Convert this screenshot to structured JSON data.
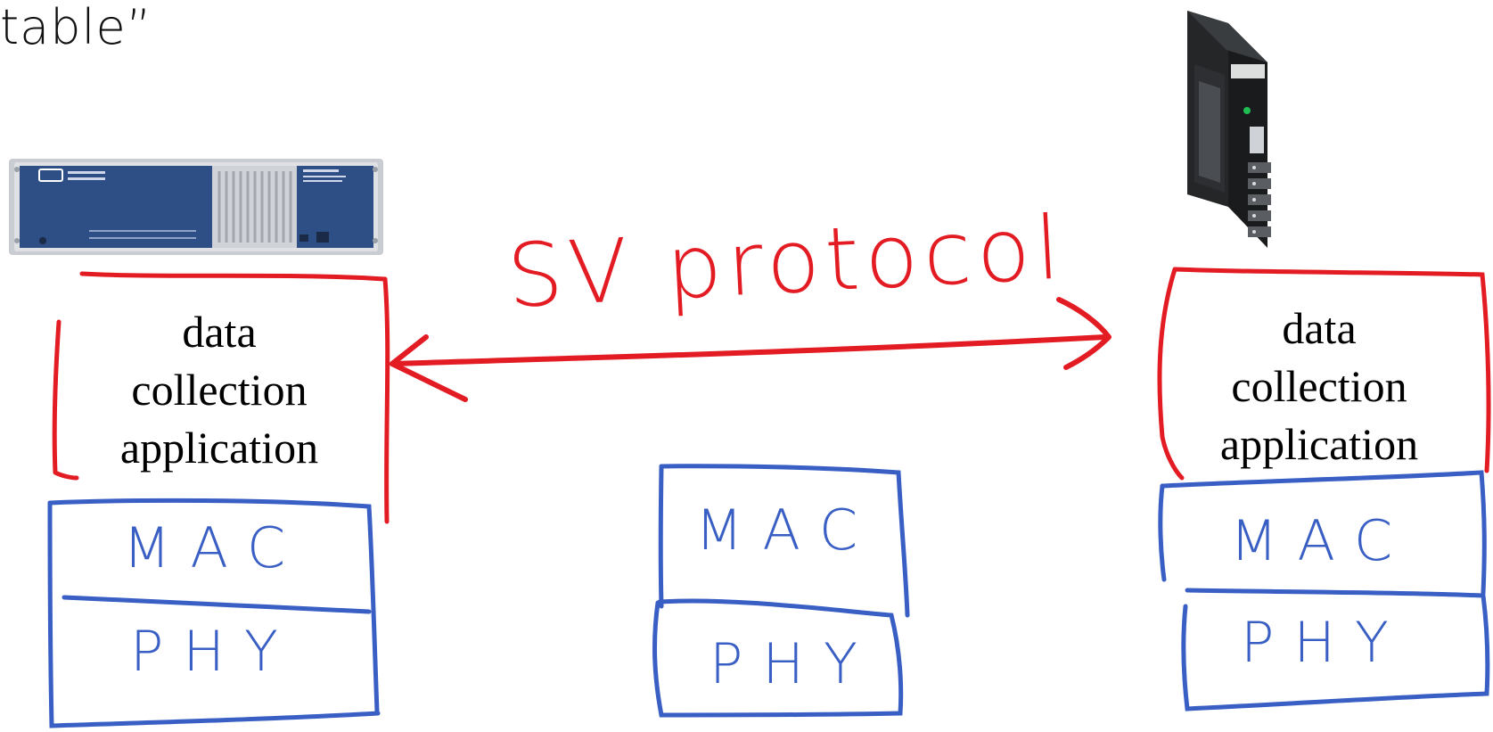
{
  "title": "table”",
  "left_node": {
    "device_icon": "rack-phasor-concentrator-icon",
    "app_label": "data collection application",
    "app_lines": [
      "data",
      "collection",
      "application"
    ],
    "mac": "MAC",
    "phy": "PHY"
  },
  "middle_node": {
    "mac": "MAC",
    "phy": "PHY"
  },
  "right_node": {
    "device_icon": "din-rail-module-icon",
    "app_label": "data collection application",
    "app_lines": [
      "data",
      "collection",
      "application"
    ],
    "mac": "MAC",
    "phy": "PHY"
  },
  "link": {
    "label": "SV protocol",
    "direction": "bidirectional"
  },
  "colors": {
    "app_box": "#e31b23",
    "stack_box": "#3a5fc4",
    "arrow": "#e31b23",
    "device_blue": "#2e4f86"
  }
}
